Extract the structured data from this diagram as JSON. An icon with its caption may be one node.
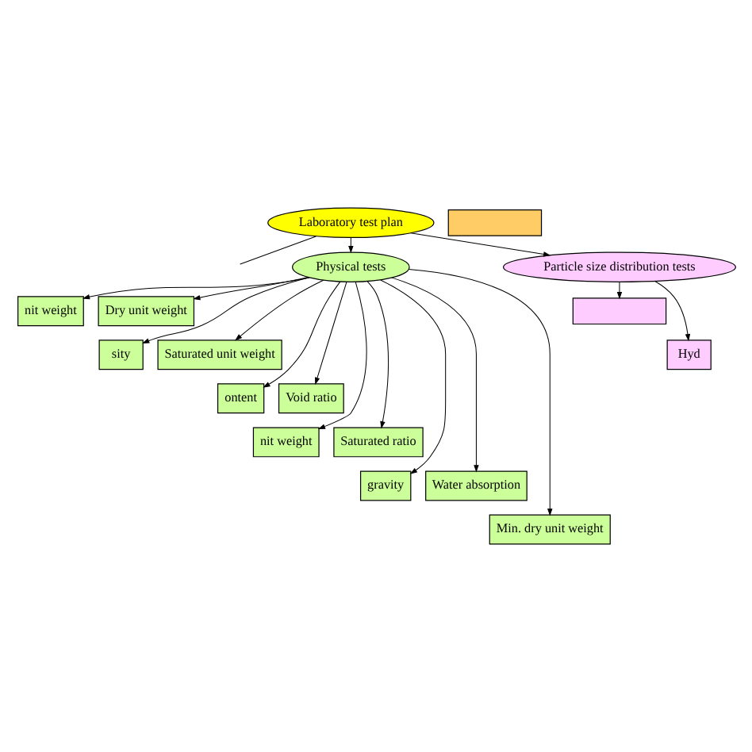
{
  "diagram": {
    "nodes": [
      {
        "text": [
          "Laboratory test plan"
        ]
      },
      {
        "text": [
          "Physical tests"
        ]
      },
      {
        "text": [
          "Particle size distribution tests"
        ]
      },
      {
        "text": [
          "nit weight"
        ]
      },
      {
        "text": [
          "Dry unit weight"
        ]
      },
      {
        "text": [
          "sity"
        ]
      },
      {
        "text": [
          "Saturated unit weight"
        ]
      },
      {
        "text": [
          "ontent"
        ]
      },
      {
        "text": [
          "Void ratio"
        ]
      },
      {
        "text": [
          "nit weight"
        ]
      },
      {
        "text": [
          "Saturated ratio"
        ]
      },
      {
        "text": [
          "gravity"
        ]
      },
      {
        "text": [
          "Water absorption"
        ]
      },
      {
        "text": [
          "Min. dry unit weight"
        ]
      },
      {
        "text": [],
        "shape": "box"
      },
      {
        "text": [
          "Hyd"
        ]
      },
      {
        "text": [],
        "shape": "box"
      }
    ],
    "edges": [
      {
        "from": 0,
        "to": null,
        "arrow": "none"
      },
      {
        "from": 0,
        "to": 1,
        "arrow": "to"
      },
      {
        "from": 0,
        "to": 2,
        "arrow": "to"
      },
      {
        "from": 1,
        "to": 3,
        "arrow": "to"
      },
      {
        "from": 1,
        "to": 4,
        "arrow": "to"
      },
      {
        "from": 1,
        "to": 5,
        "arrow": "to"
      },
      {
        "from": 1,
        "to": 6,
        "arrow": "to"
      },
      {
        "from": 1,
        "to": 7,
        "arrow": "to"
      },
      {
        "from": 1,
        "to": 8,
        "arrow": "to"
      },
      {
        "from": 1,
        "to": 9,
        "arrow": "to"
      },
      {
        "from": 1,
        "to": 10,
        "arrow": "to"
      },
      {
        "from": 1,
        "to": 11,
        "arrow": "to"
      },
      {
        "from": 1,
        "to": 12,
        "arrow": "to"
      },
      {
        "from": 1,
        "to": 13,
        "arrow": "to"
      },
      {
        "from": 2,
        "to": 14,
        "arrow": "to"
      },
      {
        "from": 2,
        "to": 15,
        "arrow": "to"
      }
    ]
  }
}
